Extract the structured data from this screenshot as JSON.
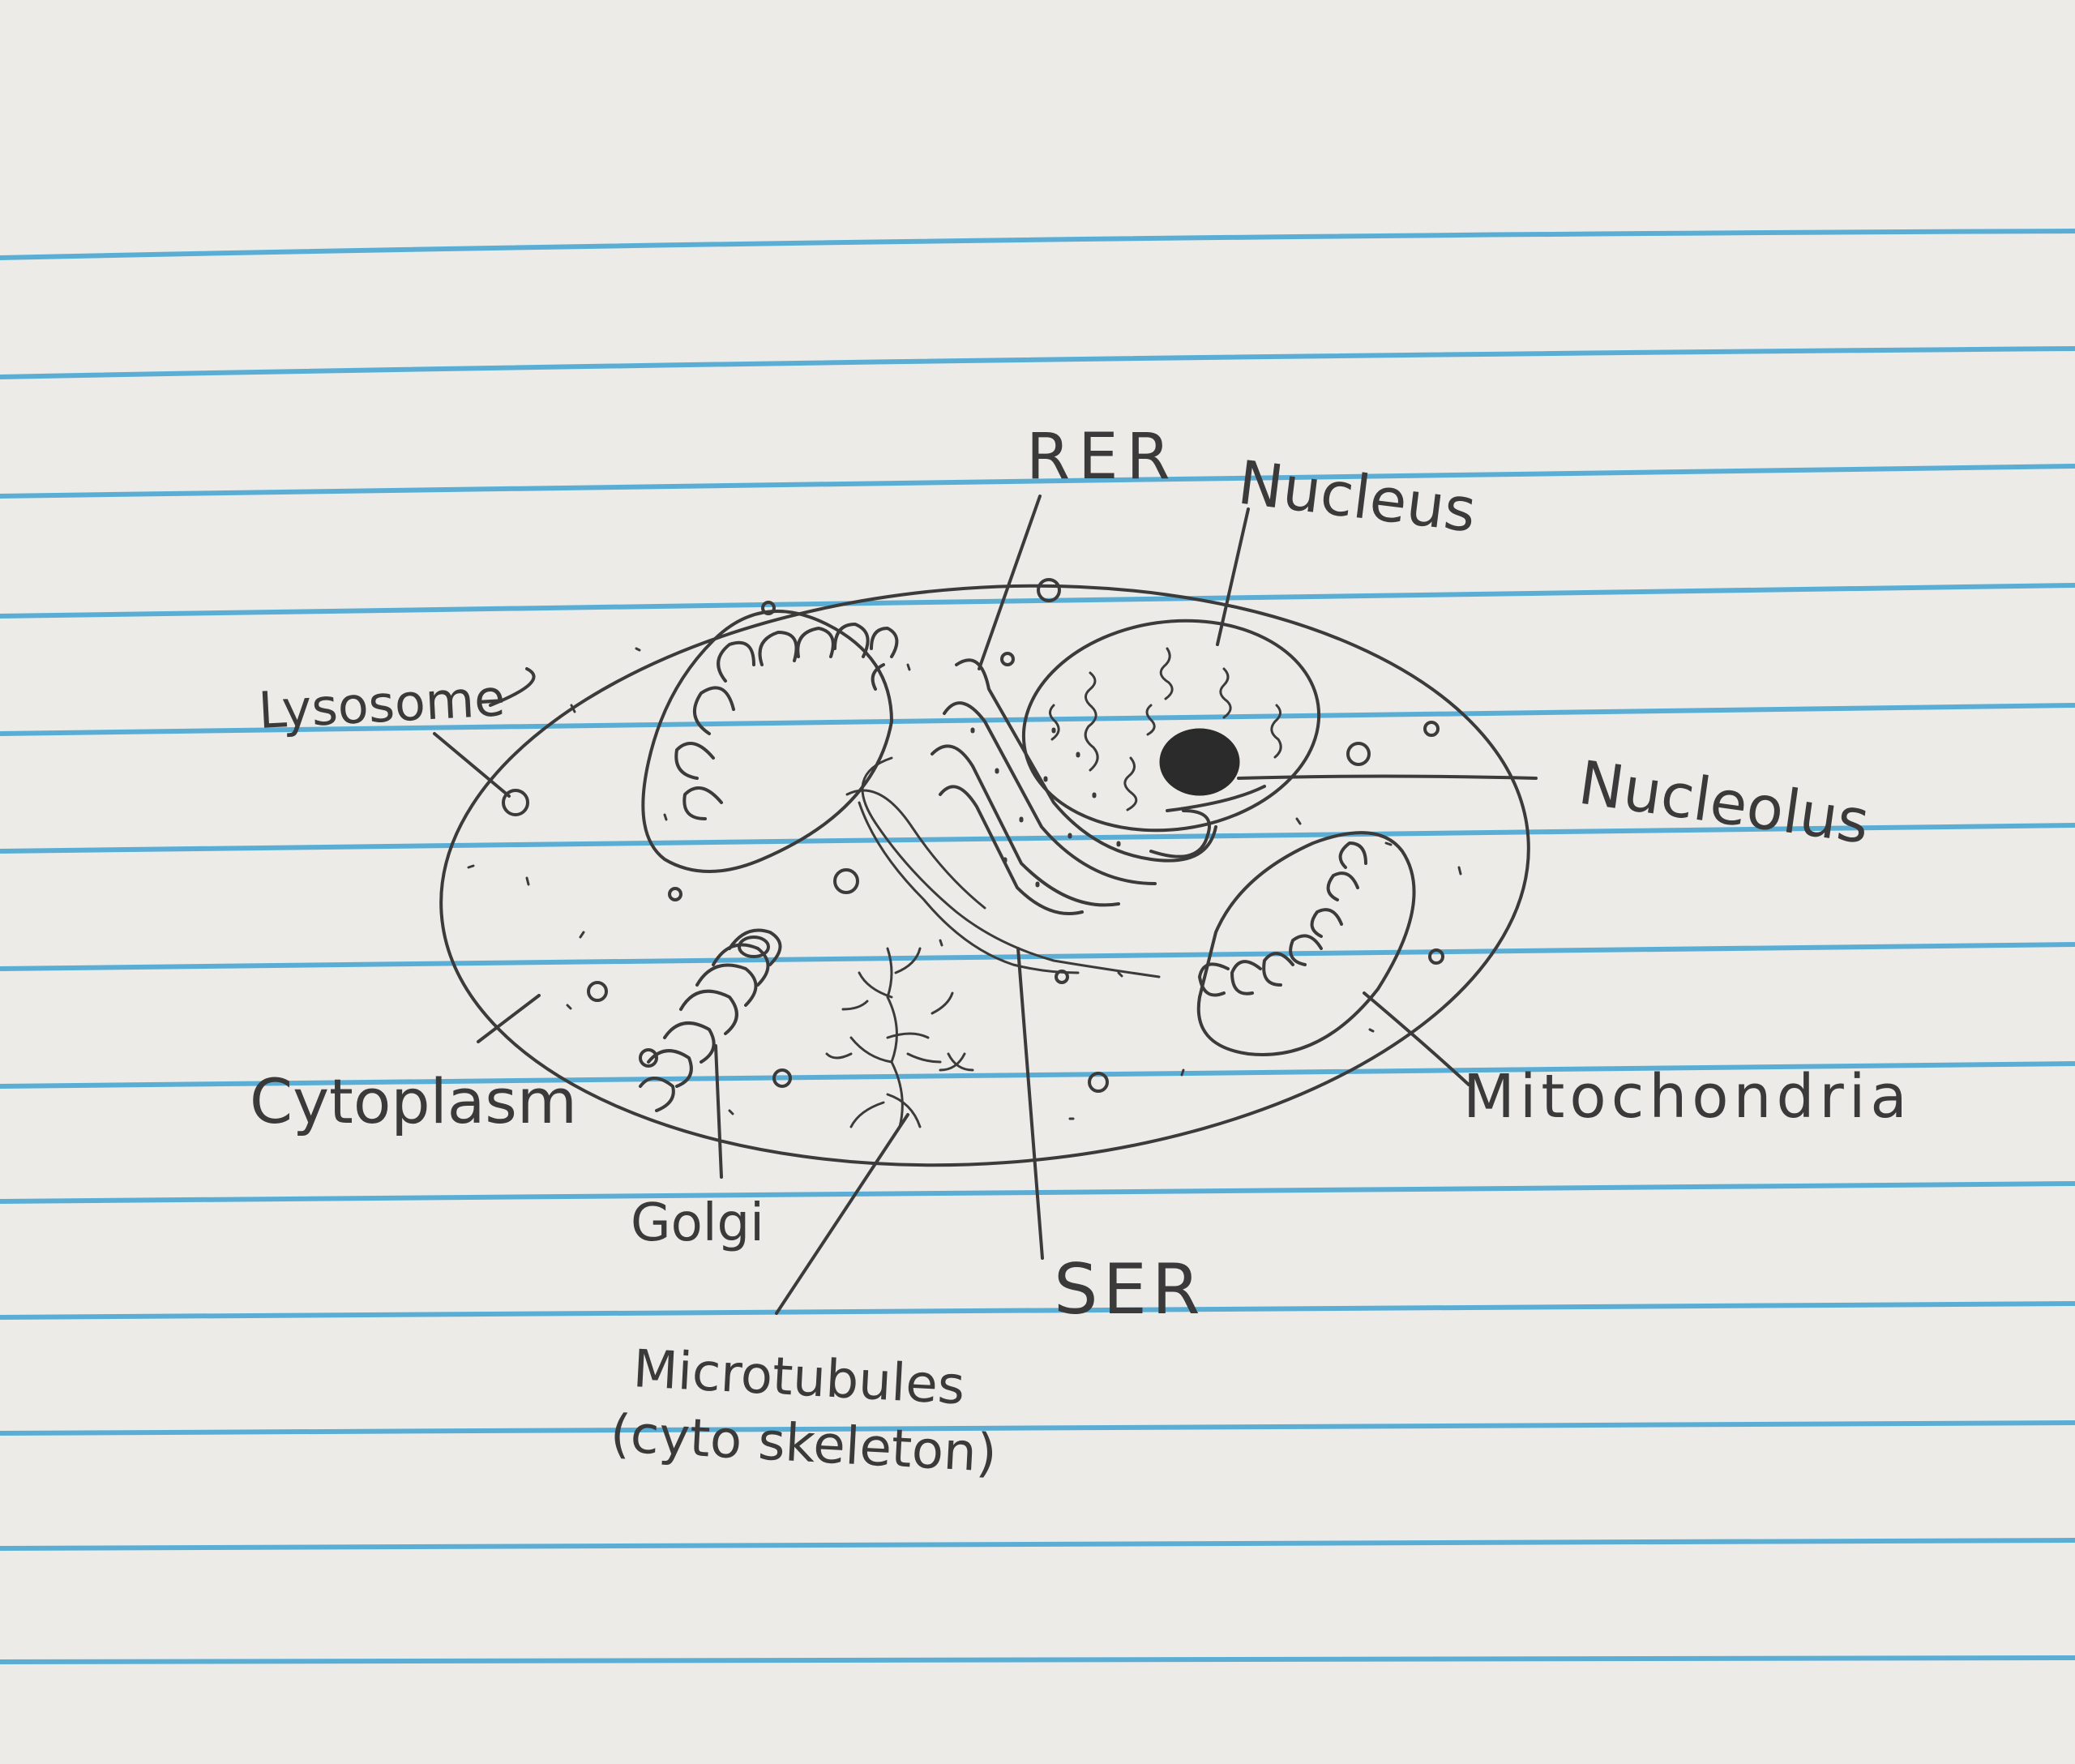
{
  "paper": {
    "background": "#ecebe8",
    "rule_color": "#5aaed6",
    "ink_color": "#3b3b3b"
  },
  "labels": {
    "rer": "RER",
    "nucleus": "Nucleus",
    "lysosome": "Lysosome",
    "nucleolus": "Nucleolus",
    "cytoplasm": "Cytoplasm",
    "mitochondria": "Mitochondria",
    "golgi": "Golgi",
    "ser": "SER",
    "microtubules": "Microtubules",
    "cytoskeleton": "(cyto skeleton)"
  }
}
